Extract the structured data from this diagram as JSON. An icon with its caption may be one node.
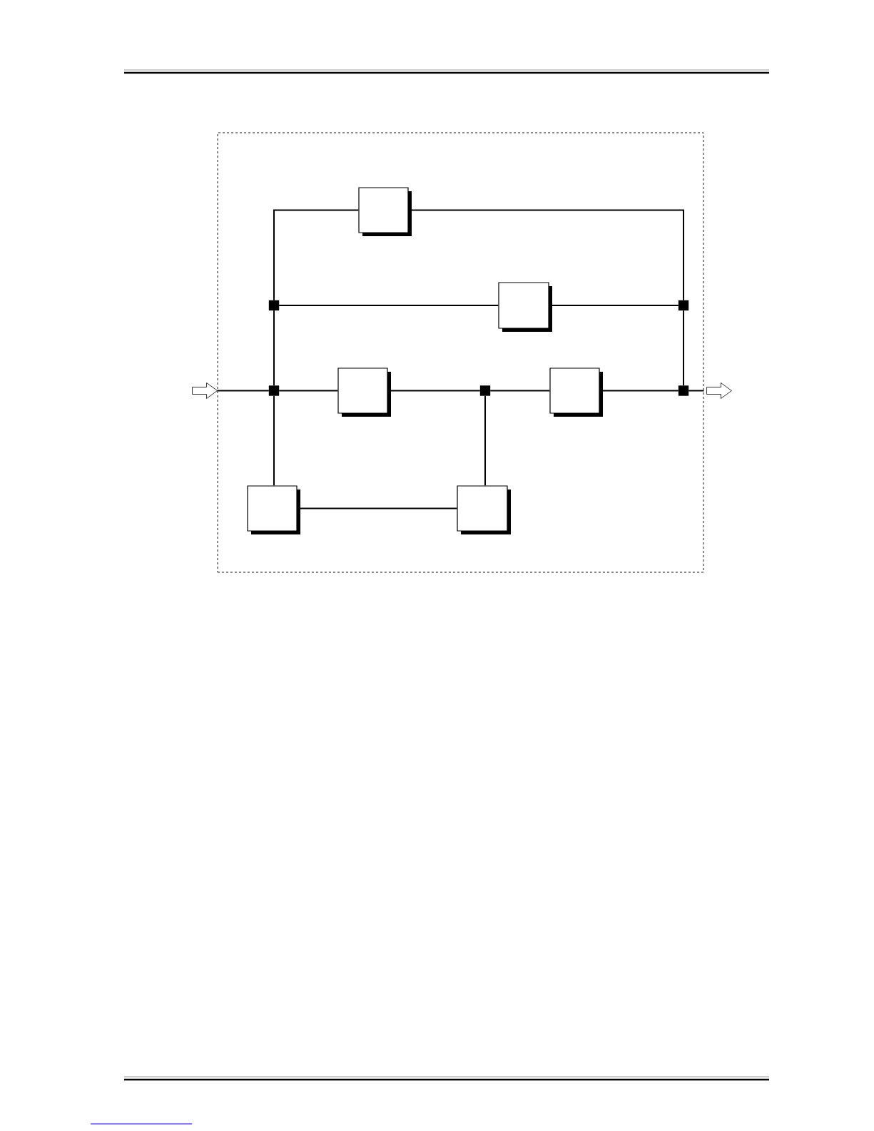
{
  "diagram": {
    "nodes": [
      {
        "text": [],
        "shape": "box"
      },
      {
        "text": [],
        "shape": "box",
        "in": 0
      },
      {
        "text": [],
        "shape": "box",
        "in": 0
      },
      {
        "text": [],
        "shape": "box",
        "in": 0
      },
      {
        "text": [],
        "shape": "box",
        "in": 0
      },
      {
        "text": [],
        "shape": "box",
        "in": 0
      },
      {
        "text": [],
        "shape": "box",
        "in": 0
      },
      {
        "text": [],
        "shape": "square",
        "in": 0
      },
      {
        "text": [],
        "shape": "square",
        "in": 0
      },
      {
        "text": [],
        "shape": "square",
        "in": 0
      },
      {
        "text": [],
        "shape": "square",
        "in": 0
      },
      {
        "text": [],
        "shape": "square",
        "in": 0
      }
    ],
    "edges": [
      {
        "from": null,
        "to": 0,
        "arrow": "to"
      },
      {
        "from": 0,
        "to": 8,
        "arrow": "none"
      },
      {
        "from": 8,
        "to": 7,
        "arrow": "none"
      },
      {
        "from": 7,
        "to": 1,
        "arrow": "none"
      },
      {
        "from": 1,
        "to": 10,
        "arrow": "none"
      },
      {
        "from": 7,
        "to": 2,
        "arrow": "none"
      },
      {
        "from": 2,
        "to": 10,
        "arrow": "none"
      },
      {
        "from": 8,
        "to": 3,
        "arrow": "none"
      },
      {
        "from": 3,
        "to": 9,
        "arrow": "none"
      },
      {
        "from": 9,
        "to": 4,
        "arrow": "none"
      },
      {
        "from": 4,
        "to": 11,
        "arrow": "none"
      },
      {
        "from": 10,
        "to": 11,
        "arrow": "none"
      },
      {
        "from": 8,
        "to": 5,
        "arrow": "none"
      },
      {
        "from": 5,
        "to": 6,
        "arrow": "none"
      },
      {
        "from": 9,
        "to": 6,
        "arrow": "none"
      },
      {
        "from": 11,
        "to": 0,
        "arrow": "none"
      },
      {
        "from": 0,
        "to": null,
        "arrow": "to"
      }
    ]
  }
}
